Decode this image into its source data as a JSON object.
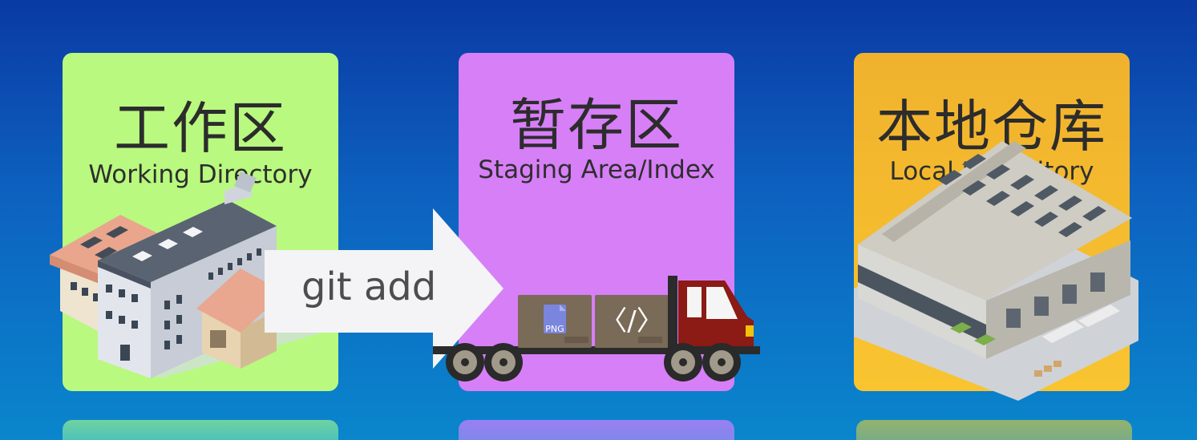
{
  "stages": [
    {
      "title": "工作区",
      "subtitle": "Working Directory",
      "color": "#b9f97f"
    },
    {
      "title": "暂存区",
      "subtitle": "Staging Area/Index",
      "color": "#d77ff7"
    },
    {
      "title": "本地仓库",
      "subtitle": "Local Repository",
      "color": "#f9c430"
    }
  ],
  "arrow": {
    "label": "git add"
  },
  "truck": {
    "box1_label": "PNG",
    "box2_symbol": "〈/〉"
  },
  "icons": [
    "factory-building",
    "delivery-truck",
    "warehouse"
  ]
}
